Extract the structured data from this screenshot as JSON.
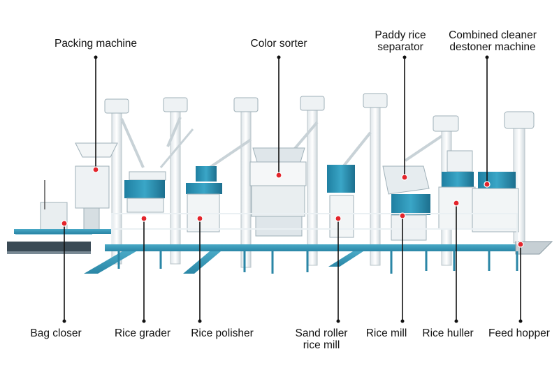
{
  "labels": {
    "packing_machine": "Packing machine",
    "color_sorter": "Color sorter",
    "paddy_separator_1": "Paddy rice",
    "paddy_separator_2": "separator",
    "cleaner_1": "Combined cleaner",
    "cleaner_2": "destoner machine",
    "bag_closer": "Bag closer",
    "rice_grader": "Rice grader",
    "rice_polisher": "Rice polisher",
    "sand_roller_1": "Sand roller",
    "sand_roller_2": "rice mill",
    "rice_mill": "Rice mill",
    "rice_huller": "Rice huller",
    "feed_hopper": "Feed hopper"
  },
  "colors": {
    "machine_blue": "#2f93b4",
    "frame_white": "#e8eef1",
    "elevator_white": "#f4f6f7",
    "marker_red": "#e3242b",
    "leader_line": "#111111"
  }
}
